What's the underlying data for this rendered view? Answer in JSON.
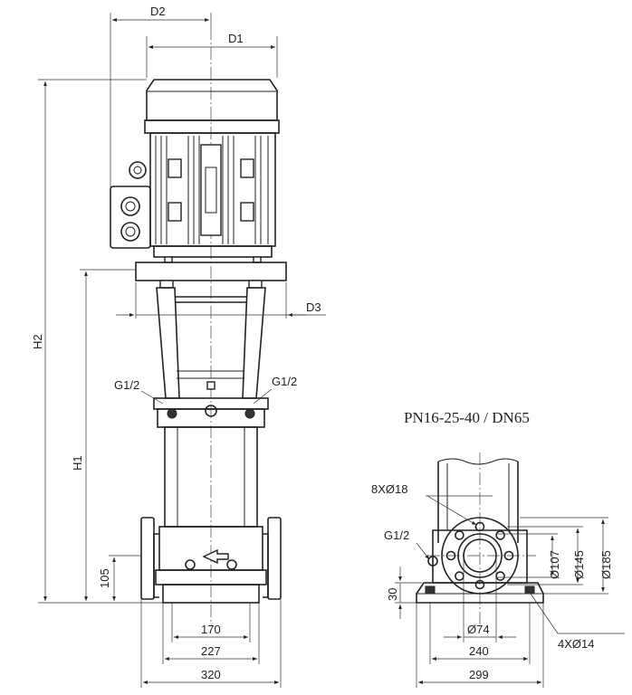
{
  "front_view": {
    "dim_D2": "D2",
    "dim_D1": "D1",
    "dim_D3": "D3",
    "dim_H2": "H2",
    "dim_H1": "H1",
    "port_left": "G1/2",
    "port_right": "G1/2",
    "dim_105": "105",
    "dim_170": "170",
    "dim_227": "227",
    "dim_320": "320"
  },
  "flange_view": {
    "title": "PN16-25-40 / DN65",
    "bolt_holes": "8XØ18",
    "port": "G1/2",
    "dim_107": "Ø107",
    "dim_145": "Ø145",
    "dim_185": "Ø185",
    "dim_30": "30",
    "dim_74": "Ø74",
    "dim_240": "240",
    "dim_299": "299",
    "base_holes": "4XØ14"
  }
}
